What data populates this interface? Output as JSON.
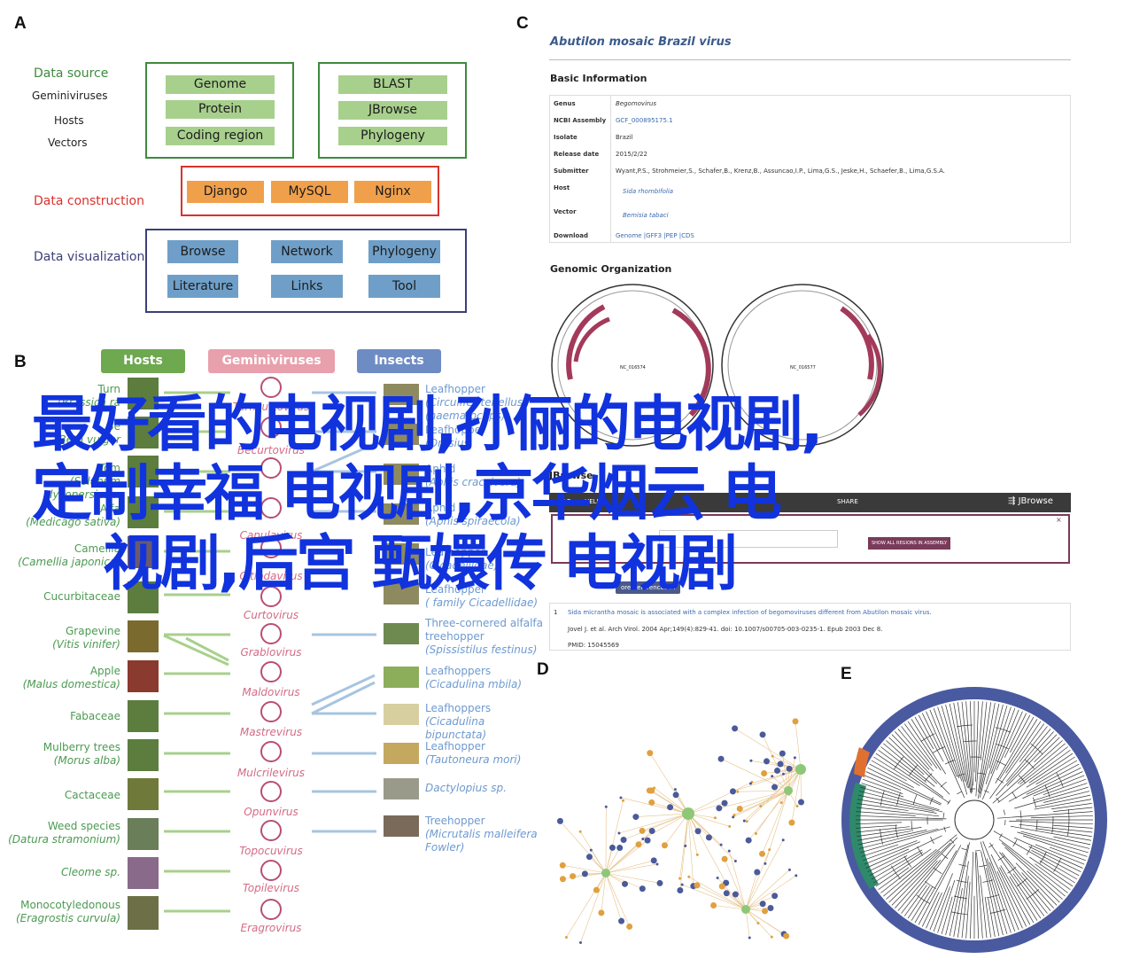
{
  "panels": {
    "a": "A",
    "b": "B",
    "c": "C",
    "d": "D",
    "e": "E"
  },
  "panel_a": {
    "data_source": {
      "title": "Data source",
      "items": [
        "Geminiviruses",
        "Hosts",
        "Vectors"
      ]
    },
    "source_box1": [
      "Genome",
      "Protein",
      "Coding region"
    ],
    "source_box2": [
      "BLAST",
      "JBrowse",
      "Phylogeny"
    ],
    "data_construction": {
      "title": "Data construction",
      "items": [
        "Django",
        "MySQL",
        "Nginx"
      ]
    },
    "data_visualization": {
      "title": "Data visualization",
      "items": [
        "Browse",
        "Network",
        "Phylogeny",
        "Literature",
        "Links",
        "Tool"
      ]
    }
  },
  "panel_b": {
    "headers": {
      "hosts": "Hosts",
      "geminiviruses": "Geminiviruses",
      "insects": "Insects"
    },
    "hosts": [
      {
        "name": "Turn",
        "sci": "(Brassica ra"
      },
      {
        "name": "Be",
        "sci": "(Beta vulgar"
      },
      {
        "name": "Tom",
        "sci": "(Solanum lycopersicum"
      },
      {
        "name": "Alfa",
        "sci": "(Medicago sativa)"
      },
      {
        "name": "Camellia",
        "sci": "(Camellia japonica)"
      },
      {
        "name": "Cucurbitaceae",
        "sci": ""
      },
      {
        "name": "Grapevine",
        "sci": "(Vitis vinifer)"
      },
      {
        "name": "Apple",
        "sci": "(Malus domestica)"
      },
      {
        "name": "Fabaceae",
        "sci": ""
      },
      {
        "name": "Mulberry trees",
        "sci": "(Morus alba)"
      },
      {
        "name": "Cactaceae",
        "sci": ""
      },
      {
        "name": "Weed species",
        "sci": "(Datura stramonium)"
      },
      {
        "name": "Cleome sp.",
        "sci": ""
      },
      {
        "name": "Monocotyledonous",
        "sci": "(Eragrostis curvula)"
      }
    ],
    "geminiviruses": [
      "Turncurtovirus",
      "Becurtovirus",
      "Capulavirus",
      "Citlodavirus",
      "Curtovirus",
      "Grablovirus",
      "Maldovirus",
      "Mastrevirus",
      "Mulcrilevirus",
      "Opunvirus",
      "Topocuvirus",
      "Topilevirus",
      "Eragrovirus"
    ],
    "insects": [
      {
        "name": "Leafhopper",
        "sci": "(Circulifer tenellus (haematoceps)"
      },
      {
        "name": "Leafhopper",
        "sci": "(Orosius"
      },
      {
        "name": "Aphid",
        "sci": "(Aphis craccivora)"
      },
      {
        "name": "Aphid",
        "sci": "(Aphis spiraecola)"
      },
      {
        "name": "Leafhopper",
        "sci": "(Cicadellidae)"
      },
      {
        "name": "Leafhopper",
        "sci": "( family Cicadellidae)"
      },
      {
        "name": "Three-cornered alfalfa treehopper",
        "sci": "(Spissistilus festinus)"
      },
      {
        "name": "Leafhoppers",
        "sci": "(Cicadulina mbila)"
      },
      {
        "name": "Leafhoppers",
        "sci": "(Cicadulina bipunctata)"
      },
      {
        "name": "Leafhopper",
        "sci": "(Tautoneura mori)"
      },
      {
        "name": "",
        "sci": "Dactylopius sp."
      },
      {
        "name": "Treehopper",
        "sci": "(Micrutalis malleifera Fowler)"
      }
    ]
  },
  "panel_c": {
    "virus_title": "Abutilon mosaic Brazil virus",
    "basic_info": "Basic Information",
    "rows": [
      {
        "k": "Genus",
        "v": "Begomovirus"
      },
      {
        "k": "NCBI Assembly",
        "v": "GCF_000895175.1"
      },
      {
        "k": "Isolate",
        "v": "Brazil"
      },
      {
        "k": "Release date",
        "v": "2015/2/22"
      },
      {
        "k": "Submitter",
        "v": "Wyant,P.S., Strohmeier,S., Schafer,B., Krenz,B., Assuncao,I.P., Lima,G.S., Jeske,H., Schaefer,B., Lima,G.S.A."
      },
      {
        "k": "Host",
        "v": "Sida rhombifolia"
      },
      {
        "k": "Vector",
        "v": "Bemisia tabaci"
      },
      {
        "k": "Download",
        "v": "Genome |GFF3 |PEP |CDS"
      }
    ],
    "genomic_org": "Genomic Organization",
    "plasmid1": "NC_016574",
    "plasmid2": "NC_016577",
    "jbrowse_title": "JBrowse",
    "jbrowse_file": "FILE ▾",
    "jbrowse_help": "HELP",
    "jbrowse_share": "SHARE",
    "jbrowse_logo": "JBrowse",
    "jbrowse_btn": "SHOW ALL REGIONS IN ASSEMBLY",
    "refs_btn": "ore References In",
    "ref_text": "Sida micrantha mosaic is associated with a complex infection of begomoviruses different from Abutilon mosaic virus.",
    "ref_journal": "Jovel J. et al. Arch Virol. 2004 Apr;149(4):829-41. doi: 10.1007/s00705-003-0235-1. Epub 2003 Dec 8.",
    "ref_pmid": "PMID: 15045569",
    "ref_num": "1"
  },
  "overlay": {
    "line1": "最好看的电视剧,孙俪的电视剧,",
    "line2": "定制幸福 电视剧,京华烟云 电",
    "line3": "视剧,后宫 甄嬛传 电视剧"
  }
}
